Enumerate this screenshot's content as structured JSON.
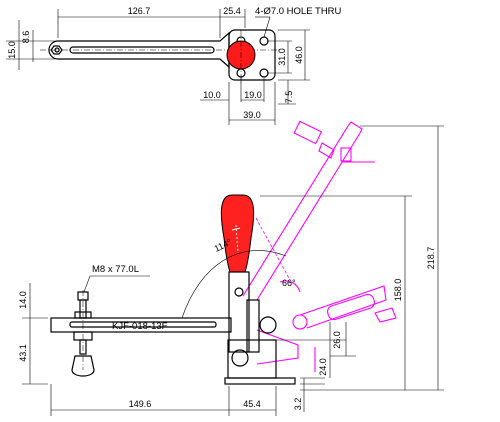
{
  "top_view": {
    "dims": {
      "arm_length": "126.7",
      "bracket_width": "25.4",
      "arm_height": "15.0",
      "arm_slot": "8.6",
      "hole_spacing_v": "31.0",
      "base_height": "46.0",
      "base_offset": "7.5",
      "left_offset": "10.0",
      "hole_spacing_h": "19.0",
      "base_width": "39.0"
    },
    "hole_note": "4-Ø7.0 HOLE THRU"
  },
  "side_view": {
    "dims": {
      "spindle_height": "14.0",
      "base_to_arm": "43.1",
      "reach": "149.6",
      "base_length": "45.4",
      "base_thickness": "3.2",
      "handle_pivot": "26.0",
      "base_mid": "24.0",
      "open_height": "158.0",
      "max_height": "218.7",
      "handle_angle": "114°",
      "open_angle": "66°"
    },
    "spindle_note": "M8 x 77.0L",
    "model": "KJF-018-13F"
  },
  "colors": {
    "handle": "#ff0000",
    "open_position": "#ff00ff",
    "line": "#000000"
  }
}
